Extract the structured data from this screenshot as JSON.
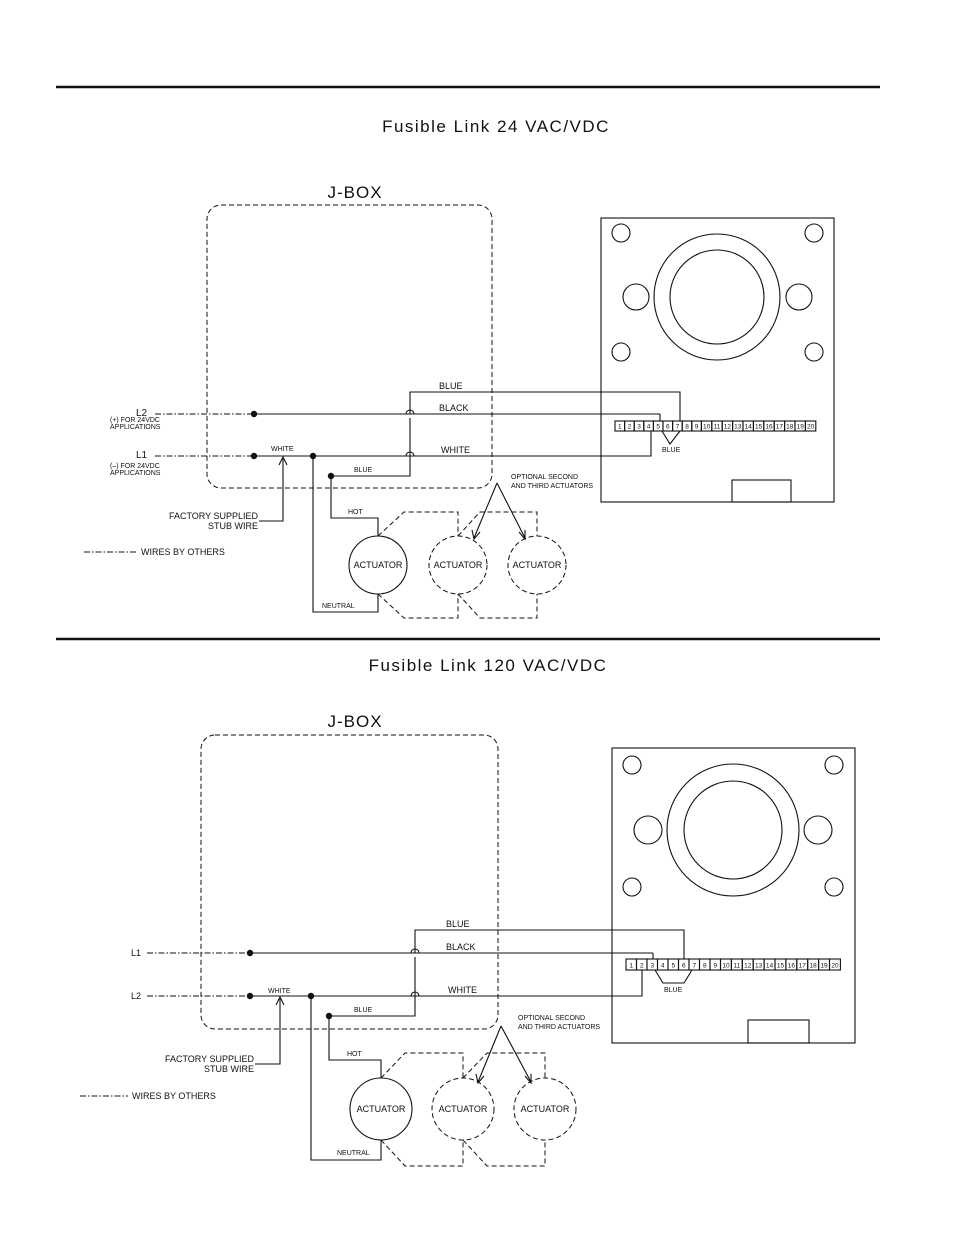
{
  "diagrams": [
    {
      "title": "Fusible Link 24 VAC/VDC",
      "jbox_label": "J-BOX",
      "line_top": "L2",
      "line_top_note": "(+) FOR 24VDC\nAPPLICATIONS",
      "line_bottom": "L1",
      "line_bottom_note": "(–) FOR 24VDC\nAPPLICATIONS",
      "wire_blue": "BLUE",
      "wire_black": "BLACK",
      "wire_white": "WHITE",
      "wire_white_stub": "WHITE",
      "wire_blue_stub": "BLUE",
      "terminal_blue": "BLUE",
      "stub_note": "FACTORY SUPPLIED\nSTUB WIRE",
      "legend": "WIRES BY OTHERS",
      "optional_note": "OPTIONAL SECOND\nAND THIRD ACTUATORS",
      "hot": "HOT",
      "neutral": "NEUTRAL",
      "actuators": [
        "ACTUATOR",
        "ACTUATOR",
        "ACTUATOR"
      ],
      "terminals": [
        "1",
        "2",
        "3",
        "4",
        "5",
        "6",
        "7",
        "8",
        "9",
        "10",
        "11",
        "12",
        "13",
        "14",
        "15",
        "16",
        "17",
        "18",
        "19",
        "20"
      ]
    },
    {
      "title": "Fusible Link 120 VAC/VDC",
      "jbox_label": "J-BOX",
      "line_top": "L1",
      "line_bottom": "L2",
      "wire_blue": "BLUE",
      "wire_black": "BLACK",
      "wire_white": "WHITE",
      "wire_white_stub": "WHITE",
      "wire_blue_stub": "BLUE",
      "terminal_blue": "BLUE",
      "stub_note": "FACTORY SUPPLIED\nSTUB WIRE",
      "legend": "WIRES BY OTHERS",
      "optional_note": "OPTIONAL SECOND\nAND THIRD ACTUATORS",
      "hot": "HOT",
      "neutral": "NEUTRAL",
      "actuators": [
        "ACTUATOR",
        "ACTUATOR",
        "ACTUATOR"
      ],
      "terminals": [
        "1",
        "2",
        "3",
        "4",
        "5",
        "6",
        "7",
        "8",
        "9",
        "10",
        "11",
        "12",
        "13",
        "14",
        "15",
        "16",
        "17",
        "18",
        "19",
        "20"
      ]
    }
  ]
}
